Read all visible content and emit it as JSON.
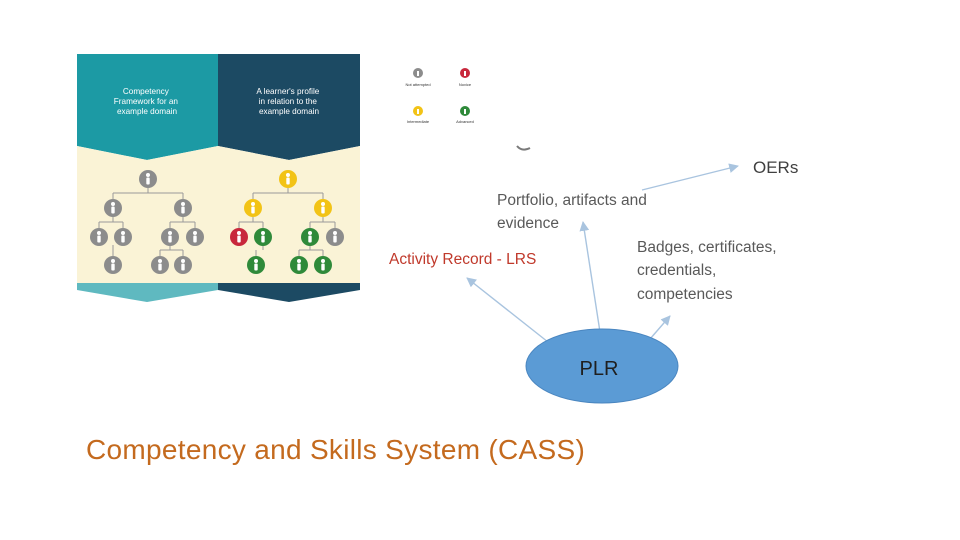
{
  "panels": {
    "left_header": [
      "Competency",
      "Framework for an",
      "example domain"
    ],
    "right_header": [
      "A learner's profile",
      "in relation to the",
      "example domain"
    ]
  },
  "legend": {
    "items": [
      "Not attempted",
      "Novice",
      "Intermediate",
      "Advanced"
    ]
  },
  "diagram": {
    "oers": "OERs",
    "portfolio": [
      "Portfolio, artifacts and",
      "evidence"
    ],
    "activity": "Activity Record - LRS",
    "badges": [
      "Badges, certificates,",
      "credentials,",
      "competencies"
    ],
    "plr": "PLR"
  },
  "footer": {
    "title": "Competency and Skills System (CASS)"
  },
  "colors": {
    "teal": "#1c9aa4",
    "navy": "#1c4a63",
    "panel_bg": "#faf3d6",
    "grey": "#8c8c8c",
    "yellow": "#f2c316",
    "red": "#c8283c",
    "green": "#2f8a3a",
    "ellipse": "#5b9bd5",
    "arrow": "#a9c4df",
    "activity_text": "#c0392b",
    "body_text": "#595959",
    "title_orange": "#c46a1e"
  }
}
